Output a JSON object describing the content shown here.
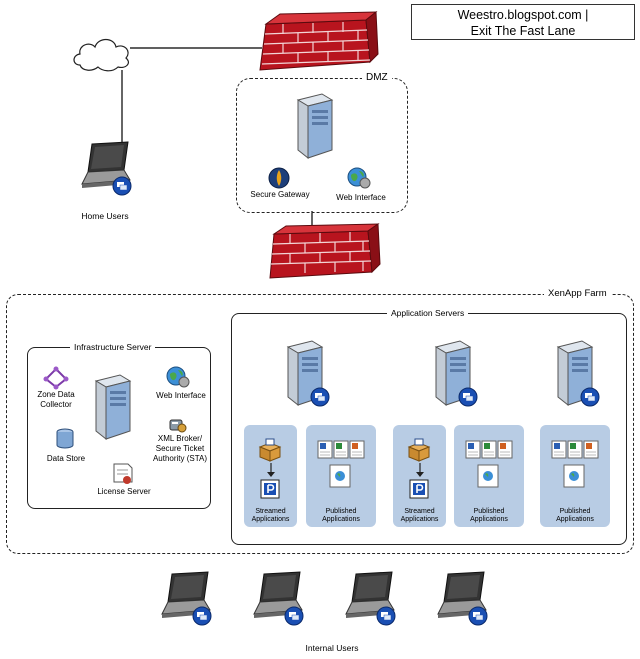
{
  "blog": {
    "line1": "Weestro.blogspot.com |",
    "line2": "Exit The Fast Lane"
  },
  "dmz": {
    "title": "DMZ",
    "secure_gateway": "Secure Gateway",
    "web_interface": "Web Interface"
  },
  "home_users": "Home Users",
  "farm": {
    "title": "XenApp Farm",
    "infrastructure": {
      "title": "Infrastructure Server",
      "zone_data_collector": "Zone Data\nCollector",
      "data_store": "Data Store",
      "web_interface": "Web Interface",
      "xml_broker": "XML Broker/\nSecure Ticket\nAuthority (STA)",
      "license_server": "License Server"
    },
    "app_servers": {
      "title": "Application Servers",
      "tiles": [
        {
          "label": "Streamed\nApplications"
        },
        {
          "label": "Published\nApplications"
        },
        {
          "label": "Streamed\nApplications"
        },
        {
          "label": "Published\nApplications"
        },
        {
          "label": "Published\nApplications"
        }
      ]
    }
  },
  "internal_users": "Internal Users",
  "colors": {
    "firewall": "#b8141e",
    "tile": "#b8cce4",
    "server_blue": "#8fb0d8",
    "citrix_blue": "#1a4fb3"
  }
}
